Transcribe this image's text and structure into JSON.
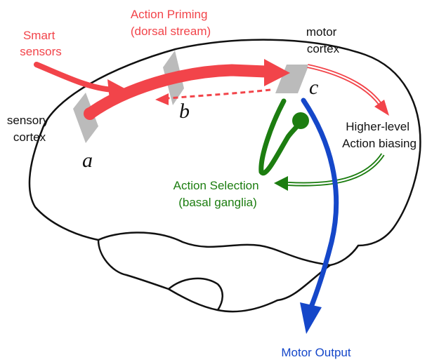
{
  "labels": {
    "smart_sensors": [
      "Smart",
      "sensors"
    ],
    "action_priming": [
      "Action Priming",
      "(dorsal stream)"
    ],
    "motor_cortex": [
      "motor",
      "cortex"
    ],
    "sensory_cortex": [
      "sensory",
      "cortex"
    ],
    "higher_level": [
      "Higher-level",
      "Action biasing"
    ],
    "action_selection": [
      "Action Selection",
      "(basal ganglia)"
    ],
    "motor_output": "Motor Output"
  },
  "regions": {
    "a": "a",
    "b": "b",
    "c": "c"
  },
  "colors": {
    "priming": "#f2444a",
    "selection": "#1c7d10",
    "output": "#1547c9",
    "outline": "#111111",
    "patch": "#bbbbbb"
  }
}
